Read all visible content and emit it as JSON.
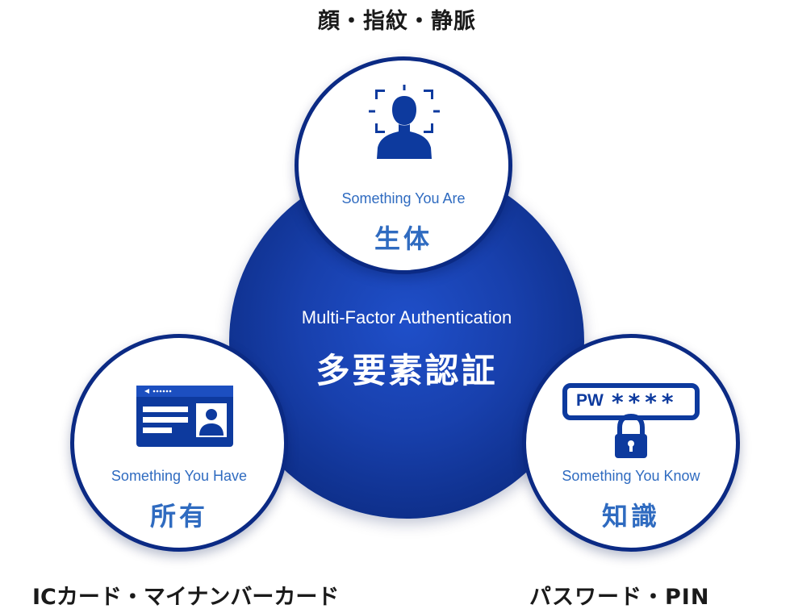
{
  "captions": {
    "top": "顔・指紋・静脈",
    "left": "ICカード・マイナンバーカード",
    "right": "パスワード・PIN"
  },
  "center": {
    "en": "Multi-Factor Authentication",
    "ja": "多要素認証"
  },
  "factors": {
    "biometric": {
      "en": "Something You Are",
      "ja": "生体",
      "icon": "face-scan-icon"
    },
    "possession": {
      "en": "Something You Have",
      "ja": "所有",
      "icon": "id-card-icon"
    },
    "knowledge": {
      "en": "Something You Know",
      "ja": "知識",
      "icon": "password-lock-icon",
      "field_label": "PW",
      "field_mask": "****"
    }
  },
  "colors": {
    "primary_dark": "#0b2a84",
    "primary": "#1840ad",
    "accent_text": "#2f6bc0",
    "caption_text": "#1a1a1a"
  }
}
